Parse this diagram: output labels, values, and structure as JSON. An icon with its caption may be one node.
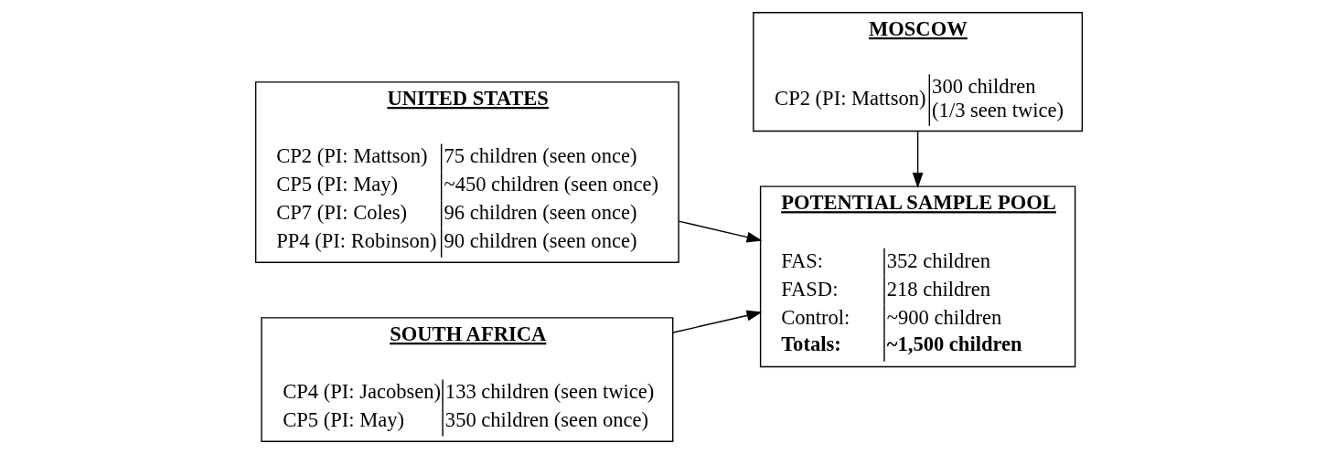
{
  "diagram": {
    "nodes": [
      {
        "text": [
          "UNITED STATES",
          "CP2 (PI: Mattson)",
          "75 children (seen once)",
          "CP5 (PI: May)",
          "~450 children (seen once)",
          "CP7 (PI: Coles)",
          "96 children (seen once)",
          "PP4 (PI: Robinson)",
          "90 children (seen once)"
        ]
      },
      {
        "text": [
          "MOSCOW",
          "CP2 (PI: Mattson)",
          "300 children (1/3 seen twice)"
        ]
      },
      {
        "text": [
          "POTENTIAL SAMPLE POOL",
          "FAS:",
          "352 children",
          "FASD:",
          "218 children",
          "Control:",
          "~900 children",
          "Totals:",
          "~1,500 children"
        ]
      },
      {
        "text": [
          "SOUTH AFRICA",
          "CP4 (PI: Jacobsen)",
          "133 children (seen twice)",
          "CP5 (PI: May)",
          "350 children (seen once)"
        ]
      }
    ],
    "edges": [
      {
        "from": 0,
        "to": 2,
        "arrow": "to"
      },
      {
        "from": 1,
        "to": 2,
        "arrow": "to"
      },
      {
        "from": 3,
        "to": 2,
        "arrow": "to"
      }
    ]
  }
}
